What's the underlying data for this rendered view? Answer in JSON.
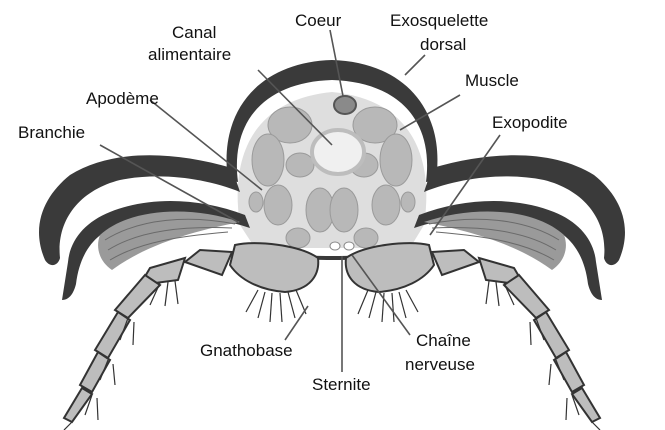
{
  "labels": {
    "canal_line1": "Canal",
    "canal_line2": "alimentaire",
    "coeur": "Coeur",
    "exosquelette_line1": "Exosquelette",
    "exosquelette_line2": "dorsal",
    "muscle": "Muscle",
    "apodeme": "Apodème",
    "exopodite": "Exopodite",
    "branchie": "Branchie",
    "gnathobase": "Gnathobase",
    "chaine_line1": "Chaîne",
    "chaine_line2": "nerveuse",
    "sternite": "Sternite"
  },
  "colors": {
    "exoskeleton": "#3a3a3a",
    "muscle": "#b8b8b8",
    "body_fill": "#d9d9d9",
    "leg": "#bdbdbd",
    "leader": "#555555",
    "text": "#111111"
  }
}
